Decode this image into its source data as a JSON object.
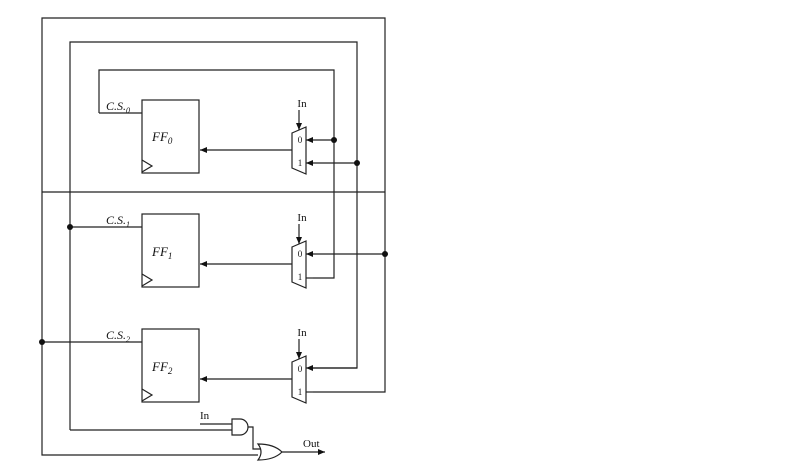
{
  "flipflops": [
    {
      "name": "FF",
      "sub": "0",
      "cs": "C.S.",
      "cs_sub": "0"
    },
    {
      "name": "FF",
      "sub": "1",
      "cs": "C.S.",
      "cs_sub": "1"
    },
    {
      "name": "FF",
      "sub": "2",
      "cs": "C.S.",
      "cs_sub": "2"
    }
  ],
  "muxes": [
    {
      "select": "In",
      "in0": "0",
      "in1": "1"
    },
    {
      "select": "In",
      "in0": "0",
      "in1": "1"
    },
    {
      "select": "In",
      "in0": "0",
      "in1": "1"
    }
  ],
  "and_gate_input": "In",
  "output_label": "Out"
}
